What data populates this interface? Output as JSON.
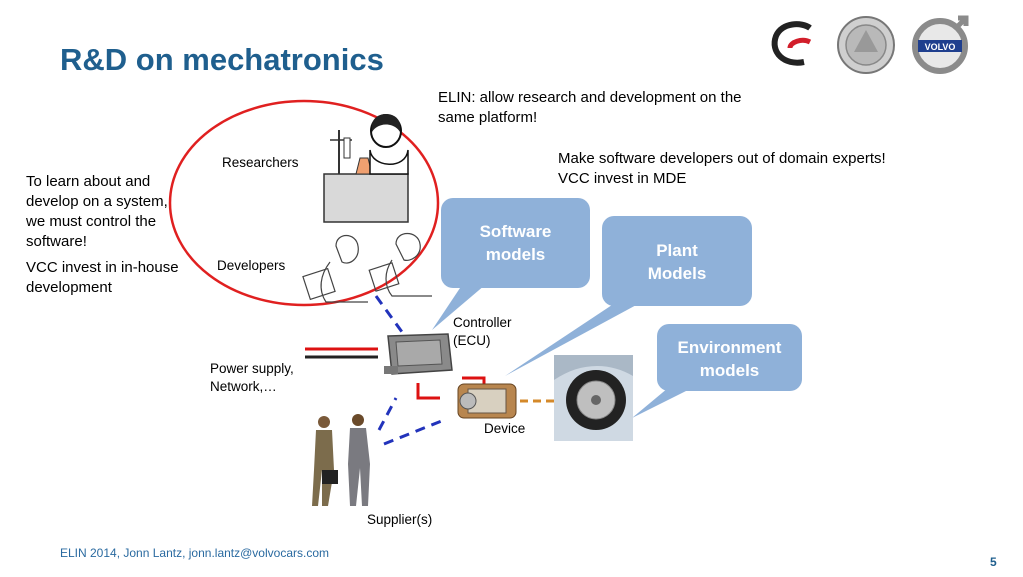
{
  "slide": {
    "title": "R&D on mechatronics",
    "page_number": "5",
    "footer": "ELIN 2014, Jonn Lantz, jonn.lantz@volvocars.com"
  },
  "logos": [
    "chalmers-logo",
    "university-seal",
    "volvo-logo"
  ],
  "logo_text": {
    "volvo": "VOLVO"
  },
  "notes": {
    "elin_line1": "ELIN: allow research and development on the",
    "elin_line2": "same platform!",
    "mde_line1": "Make software developers out of domain experts!",
    "mde_line2": "VCC invest in MDE",
    "learn_line1": "To learn about and",
    "learn_line2": "develop on a system,",
    "learn_line3": "we must control the",
    "learn_line4": "software!",
    "inhouse_line1": "VCC invest in in-house",
    "inhouse_line2": "development"
  },
  "labels": {
    "researchers": "Researchers",
    "developers": "Developers",
    "controller_line1": "Controller",
    "controller_line2": "(ECU)",
    "power_line1": "Power supply,",
    "power_line2": "Network,…",
    "device": "Device",
    "suppliers": "Supplier(s)"
  },
  "bubbles": {
    "software_line1": "Software",
    "software_line2": "models",
    "plant_line1": "Plant",
    "plant_line2": "Models",
    "environment_line1": "Environment",
    "environment_line2": "models"
  },
  "colors": {
    "title": "#1f5f8e",
    "bubble": "#8fb1d9",
    "ellipse": "#e02020",
    "link_blue": "#2233bb",
    "wire_red": "#dd1111",
    "link_orange": "#d4892a"
  }
}
